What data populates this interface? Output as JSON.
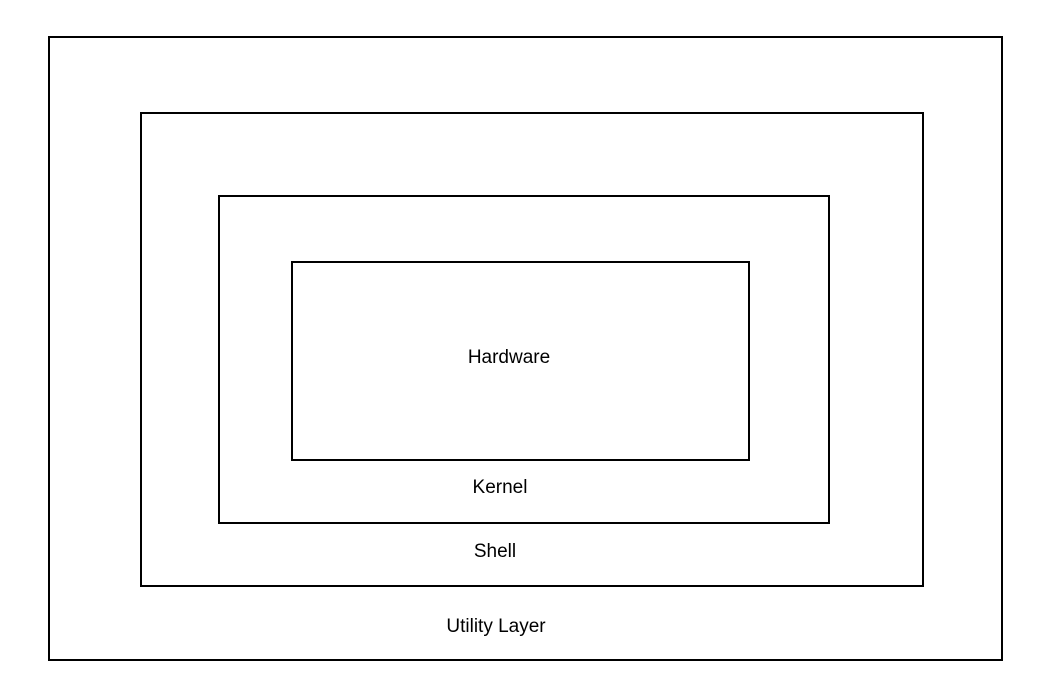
{
  "diagram": {
    "layers": {
      "utility": {
        "label": "Utility Layer"
      },
      "shell": {
        "label": "Shell"
      },
      "kernel": {
        "label": "Kernel"
      },
      "hardware": {
        "label": "Hardware"
      }
    }
  },
  "colors": {
    "border": "#000000",
    "background": "#ffffff",
    "text": "#000000"
  }
}
